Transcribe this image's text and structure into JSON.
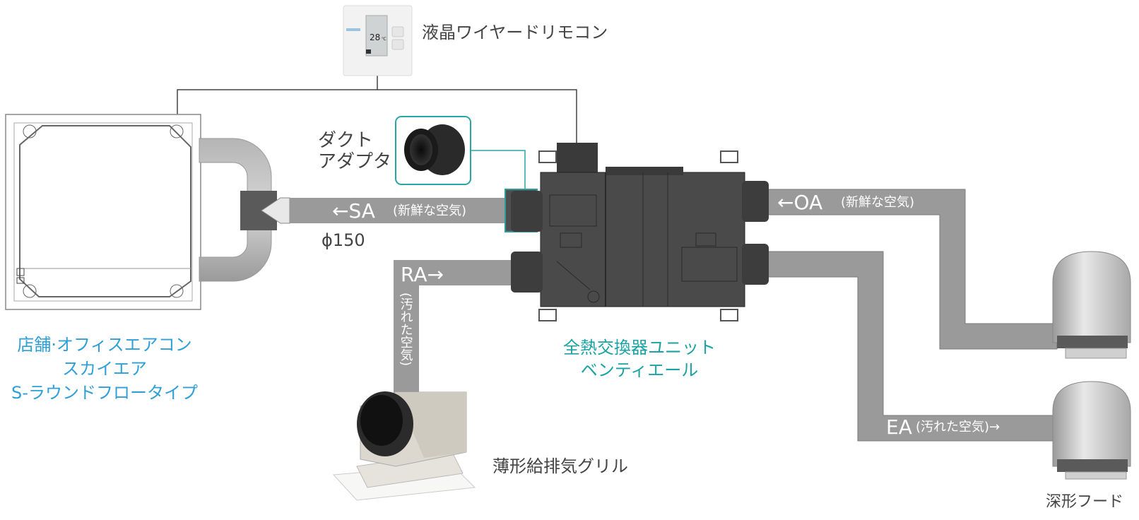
{
  "labels": {
    "remote": "液晶ワイヤードリモコン",
    "duct_adapter": [
      "ダクト",
      "アダプタ"
    ],
    "diameter": "ϕ150",
    "indoor_unit": [
      "店舗·オフィスエアコン",
      "スカイエア",
      "S-ラウンドフロータイプ"
    ],
    "heat_exchanger": [
      "全熱交換器ユニット",
      "ベンティエール"
    ],
    "grille": "薄形給排気グリル",
    "hood": "深形フード"
  },
  "ducts": {
    "sa": {
      "code": "←SA",
      "note": "(新鮮な空気)"
    },
    "oa": {
      "code": "←OA",
      "note": "(新鮮な空気)"
    },
    "ra": {
      "code": "RA→",
      "note": "(汚れた空気)"
    },
    "ea": {
      "code": "EA",
      "note": "(汚れた空気)→"
    }
  },
  "remote_screen": {
    "temp": "28",
    "unit": "℃"
  },
  "colors": {
    "duct": "#9a9a9a",
    "duct_edge": "#7a7a7a",
    "unit_body": "#4a4a4a",
    "unit_dark": "#333333",
    "label_blue": "#2f9fd8",
    "label_teal": "#1aa3a3",
    "label_dark": "#444444"
  }
}
